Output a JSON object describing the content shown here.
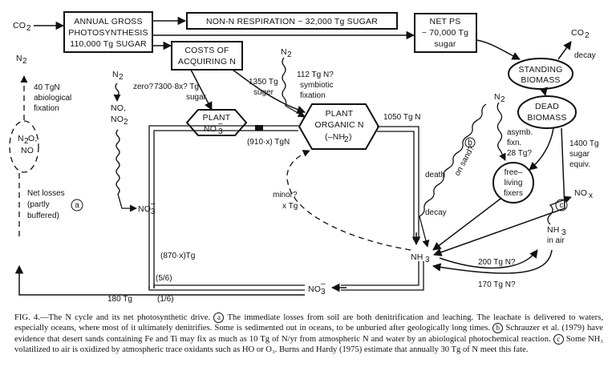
{
  "diagram": {
    "nodes": {
      "co2_in": "CO",
      "co2_in_sub": "2",
      "agp_line1": "ANNUAL GROSS",
      "agp_line2": "PHOTOSYNTHESIS",
      "agp_line3": "110,000 Tg SUGAR",
      "non_n_resp": "NON-N RESPIRATION ~ 32,000 Tg SUGAR",
      "net_ps_line1": "NET PS",
      "net_ps_line2": "~ 70,000 Tg",
      "net_ps_line3": "sugar",
      "costs_line1": "COSTS OF",
      "costs_line2": "ACQUIRING  N",
      "standing_line1": "STANDING",
      "standing_line2": "BIOMASS",
      "dead_line1": "DEAD",
      "dead_line2": "BIOMASS",
      "plant_no3_line1": "PLANT",
      "plant_no3_line2": "NO",
      "plant_no3_sub": "3",
      "plant_no3_sup": "–",
      "plant_org_line1": "PLANT",
      "plant_org_line2": "ORGANIC  N",
      "plant_org_line3": "(–NH",
      "plant_org_sub": "2",
      "plant_org_close": ")",
      "free_line1": "free–",
      "free_line2": "living",
      "free_line3": "fixers",
      "nh3_soil": "NH",
      "nh3_soil_sub": "3",
      "no3_soil": "NO",
      "no3_soil_sub": "3",
      "no3_soil_sup": "–",
      "no3_left": "NO",
      "no3_left_sub": "3",
      "no3_left_sup": "–",
      "n2o_line1": "N",
      "n2o_sub": "2",
      "n2o_tail": "O,",
      "n2o_line2": "NO",
      "nh3_air_line1": "NH",
      "nh3_air_sub": "3",
      "nh3_air_line2": "in air",
      "nox": "NO",
      "nox_sub": "x"
    },
    "labels": {
      "n2_left": "N",
      "n2_left_sub": "2",
      "abiotic_line1": "40 TgN",
      "abiotic_line2": "abiological",
      "abiotic_line3": "fixation",
      "n2_mid": "N",
      "n2_mid_sub": "2",
      "zero": "zero?",
      "no_no2_line1": "NO,",
      "no_no2_line2": "NO",
      "no_no2_sub": "2",
      "cost_7300": "7300·8x?  Tg",
      "cost_7300_unit": "sugar",
      "cost_1350": "1350 Tg",
      "cost_1350_unit": "suger",
      "n2_sym": "N",
      "n2_sym_sub": "2",
      "sym_line1": "112 Tg N?",
      "sym_line2": "symbiotic",
      "sym_line3": "fixation",
      "plant_org_amount": "1050 Tg N",
      "uptake": "(910·x) TgN",
      "co2_decay": "CO",
      "co2_decay_sub": "2",
      "decay_top": "decay",
      "n2_right": "N",
      "n2_right_sub": "2",
      "asym_line1": "asymb.",
      "asym_line2": "fixn.",
      "asym_line3": "28 Tg?",
      "litter_line1": "1400 Tg",
      "litter_line2": "sugar",
      "litter_line3": "equiv.",
      "on_sand": "on sand?",
      "marker_b": "b",
      "marker_a": "a",
      "marker_c": "c",
      "death": "death",
      "decay_mid": "decay",
      "minor_line1": "minor?",
      "minor_line2": "x  Tg",
      "net_losses_line1": "Net losses",
      "net_losses_line2": "(partly",
      "net_losses_line3": "buffered)",
      "flow_870": "(870·x)Tg",
      "frac_56": "(5/6)",
      "frac_16": "(1/6)",
      "flow_180": "180 Tg",
      "volat_200": "200 Tg N?",
      "deposit_170": "170 Tg N?"
    }
  },
  "caption": {
    "fig_prefix": "FIG. 4.—The N cycle and its net photosynthetic drive.",
    "mark_a": "a",
    "text_a": "The immediate losses from soil are both denitrification and leaching. The leachate is delivered to waters, especially oceans, where most of it ultimately denitrifies. Some is sedimented out in oceans, to be unburied after geologically long times.",
    "mark_b": "b",
    "text_b": "Schrauzer et al. (1979) have evidence that desert sands containing Fe and Ti may fix as much as 10 Tg of N/yr from atmospheric N and water by an abiological photochemical reaction.",
    "mark_c": "c",
    "text_c": "Some NH₃ volatilized to air is oxidized by atmospheric trace oxidants such as HO or O₃. Burns and Hardy (1975) estimate that annually 30 Tg of N meet this fate."
  }
}
